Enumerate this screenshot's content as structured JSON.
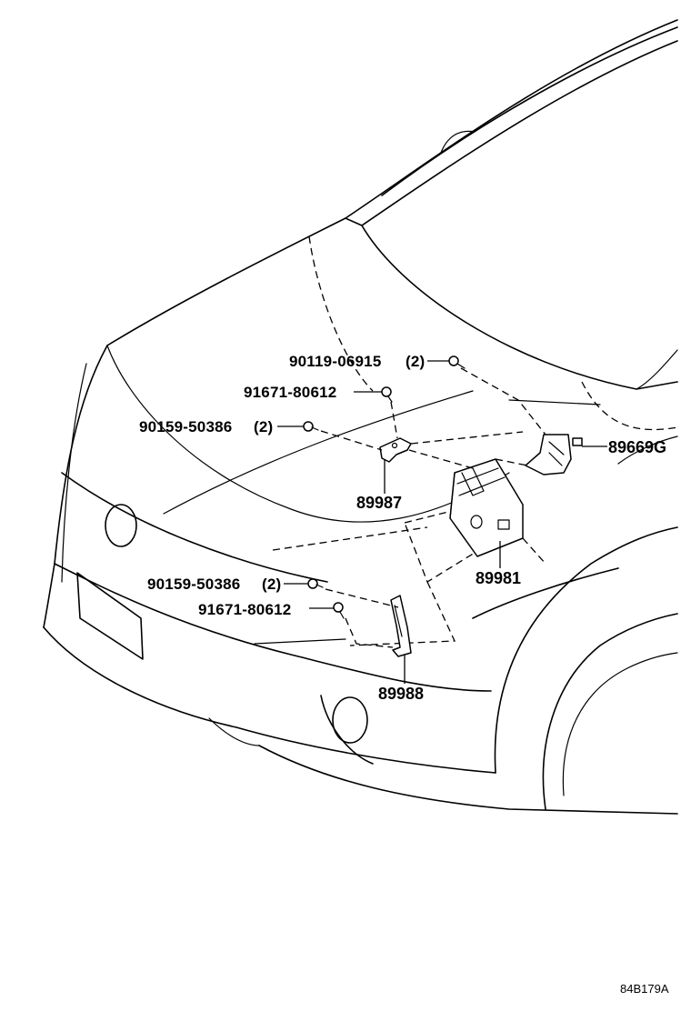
{
  "diagram": {
    "parts": [
      {
        "id": "bolt_top",
        "number": "90119-06915",
        "qty": "(2)"
      },
      {
        "id": "bolt_upper",
        "number": "91671-80612"
      },
      {
        "id": "screw_upper",
        "number": "90159-50386",
        "qty": "(2)"
      },
      {
        "id": "bracket_right",
        "number": "89669G"
      },
      {
        "id": "bracket_upper",
        "number": "89987"
      },
      {
        "id": "ecu",
        "number": "89981"
      },
      {
        "id": "screw_lower",
        "number": "90159-50386",
        "qty": "(2)"
      },
      {
        "id": "bolt_lower",
        "number": "91671-80612"
      },
      {
        "id": "bracket_lower",
        "number": "89988"
      }
    ],
    "reference_code": "84B179A"
  }
}
